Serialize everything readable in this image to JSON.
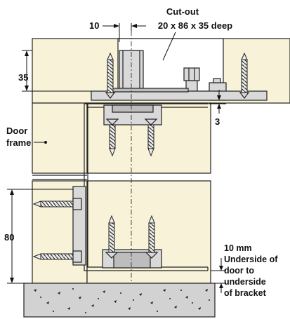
{
  "labels": {
    "cutout_title": "Cut-out",
    "cutout_dims": "20 x 86 x 35 deep",
    "dim_width": "10",
    "dim_depth": "35",
    "dim_gap": "3",
    "door_frame_line1": "Door",
    "door_frame_line2": "frame",
    "dim_height": "80",
    "clearance_line1": "10 mm",
    "clearance_line2": "Underside of",
    "clearance_line3": "door to",
    "clearance_line4": "underside",
    "clearance_line5": "of bracket"
  },
  "colors": {
    "wood": "#f8f3d8",
    "floor": "#d2d2d2",
    "metal": "#d9d9d9",
    "line": "#222222"
  }
}
